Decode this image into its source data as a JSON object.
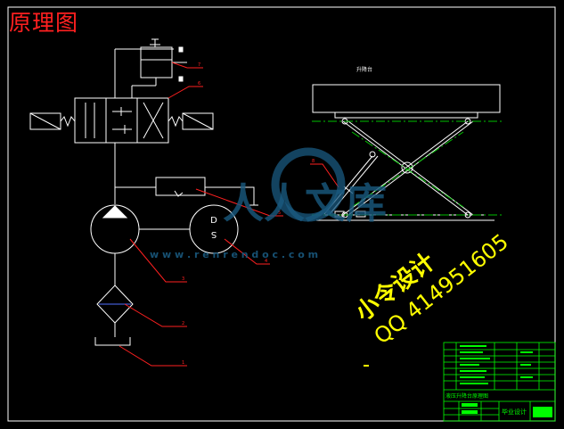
{
  "title": "原理图",
  "lift_table_label": "升降台",
  "watermark": {
    "url": "w w w . r e n r e n d o c . c o m",
    "brand": "人人文库"
  },
  "designer": {
    "line1": "小令设计",
    "line2": "QQ 414951605"
  },
  "motor_letters": {
    "top": "D",
    "bottom": "S"
  },
  "part_numbers": [
    "7",
    "6",
    "5",
    "4",
    "3",
    "2",
    "1",
    "8"
  ],
  "title_block": {
    "left_caption": "液压升降台原理图",
    "right_caption": "毕业设计"
  },
  "colors": {
    "background": "#000000",
    "line": "#ffffff",
    "leader": "#ff2020",
    "hidden": "#00c000",
    "designer": "#ffff00",
    "title_block": "#00ff00",
    "title": "#ff2020",
    "watermark": "#1a5a80"
  }
}
